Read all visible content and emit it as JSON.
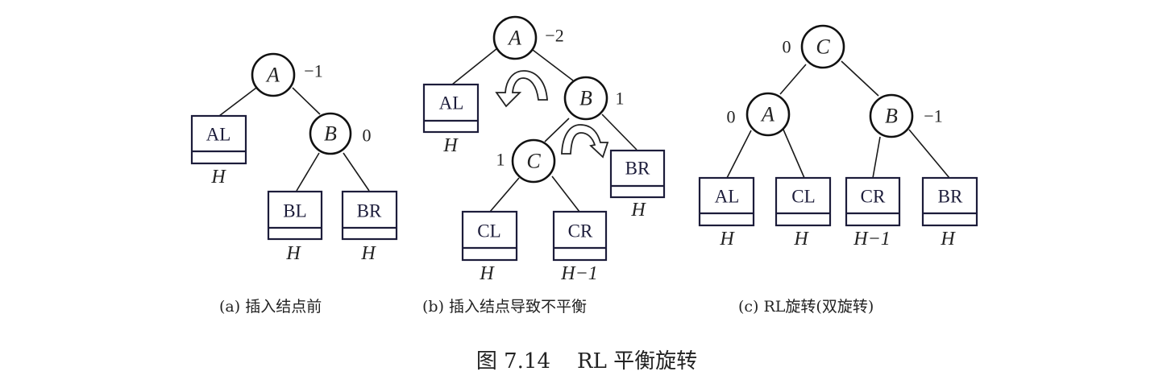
{
  "figure": {
    "title": "图 7.14    RL 平衡旋转",
    "panels": [
      {
        "id": "a",
        "caption": "(a) 插入结点前",
        "nodes": [
          {
            "id": "A",
            "label": "A",
            "balance": "−1"
          },
          {
            "id": "B",
            "label": "B",
            "balance": "0"
          }
        ],
        "subtrees": [
          {
            "id": "AL",
            "label": "AL",
            "height": "H"
          },
          {
            "id": "BL",
            "label": "BL",
            "height": "H"
          },
          {
            "id": "BR",
            "label": "BR",
            "height": "H"
          }
        ],
        "edges": [
          [
            "A",
            "AL"
          ],
          [
            "A",
            "B"
          ],
          [
            "B",
            "BL"
          ],
          [
            "B",
            "BR"
          ]
        ]
      },
      {
        "id": "b",
        "caption": "(b) 插入结点导致不平衡",
        "nodes": [
          {
            "id": "A",
            "label": "A",
            "balance": "−2"
          },
          {
            "id": "B",
            "label": "B",
            "balance": "1"
          },
          {
            "id": "C",
            "label": "C",
            "balance": "1"
          }
        ],
        "subtrees": [
          {
            "id": "AL",
            "label": "AL",
            "height": "H"
          },
          {
            "id": "BR",
            "label": "BR",
            "height": "H"
          },
          {
            "id": "CL",
            "label": "CL",
            "height": "H"
          },
          {
            "id": "CR",
            "label": "CR",
            "height": "H−1"
          }
        ],
        "edges": [
          [
            "A",
            "AL"
          ],
          [
            "A",
            "B"
          ],
          [
            "B",
            "C"
          ],
          [
            "B",
            "BR"
          ],
          [
            "C",
            "CL"
          ],
          [
            "C",
            "CR"
          ]
        ],
        "rotation_arrows": [
          {
            "around": "A",
            "direction": "counter-clockwise"
          },
          {
            "around": "B",
            "direction": "clockwise"
          }
        ]
      },
      {
        "id": "c",
        "caption": "(c) RL旋转(双旋转)",
        "nodes": [
          {
            "id": "C",
            "label": "C",
            "balance": "0"
          },
          {
            "id": "A",
            "label": "A",
            "balance": "0"
          },
          {
            "id": "B",
            "label": "B",
            "balance": "−1"
          }
        ],
        "subtrees": [
          {
            "id": "AL",
            "label": "AL",
            "height": "H"
          },
          {
            "id": "CL",
            "label": "CL",
            "height": "H"
          },
          {
            "id": "CR",
            "label": "CR",
            "height": "H−1"
          },
          {
            "id": "BR",
            "label": "BR",
            "height": "H"
          }
        ],
        "edges": [
          [
            "C",
            "A"
          ],
          [
            "C",
            "B"
          ],
          [
            "A",
            "AL"
          ],
          [
            "A",
            "CL"
          ],
          [
            "B",
            "CR"
          ],
          [
            "B",
            "BR"
          ]
        ]
      }
    ]
  }
}
